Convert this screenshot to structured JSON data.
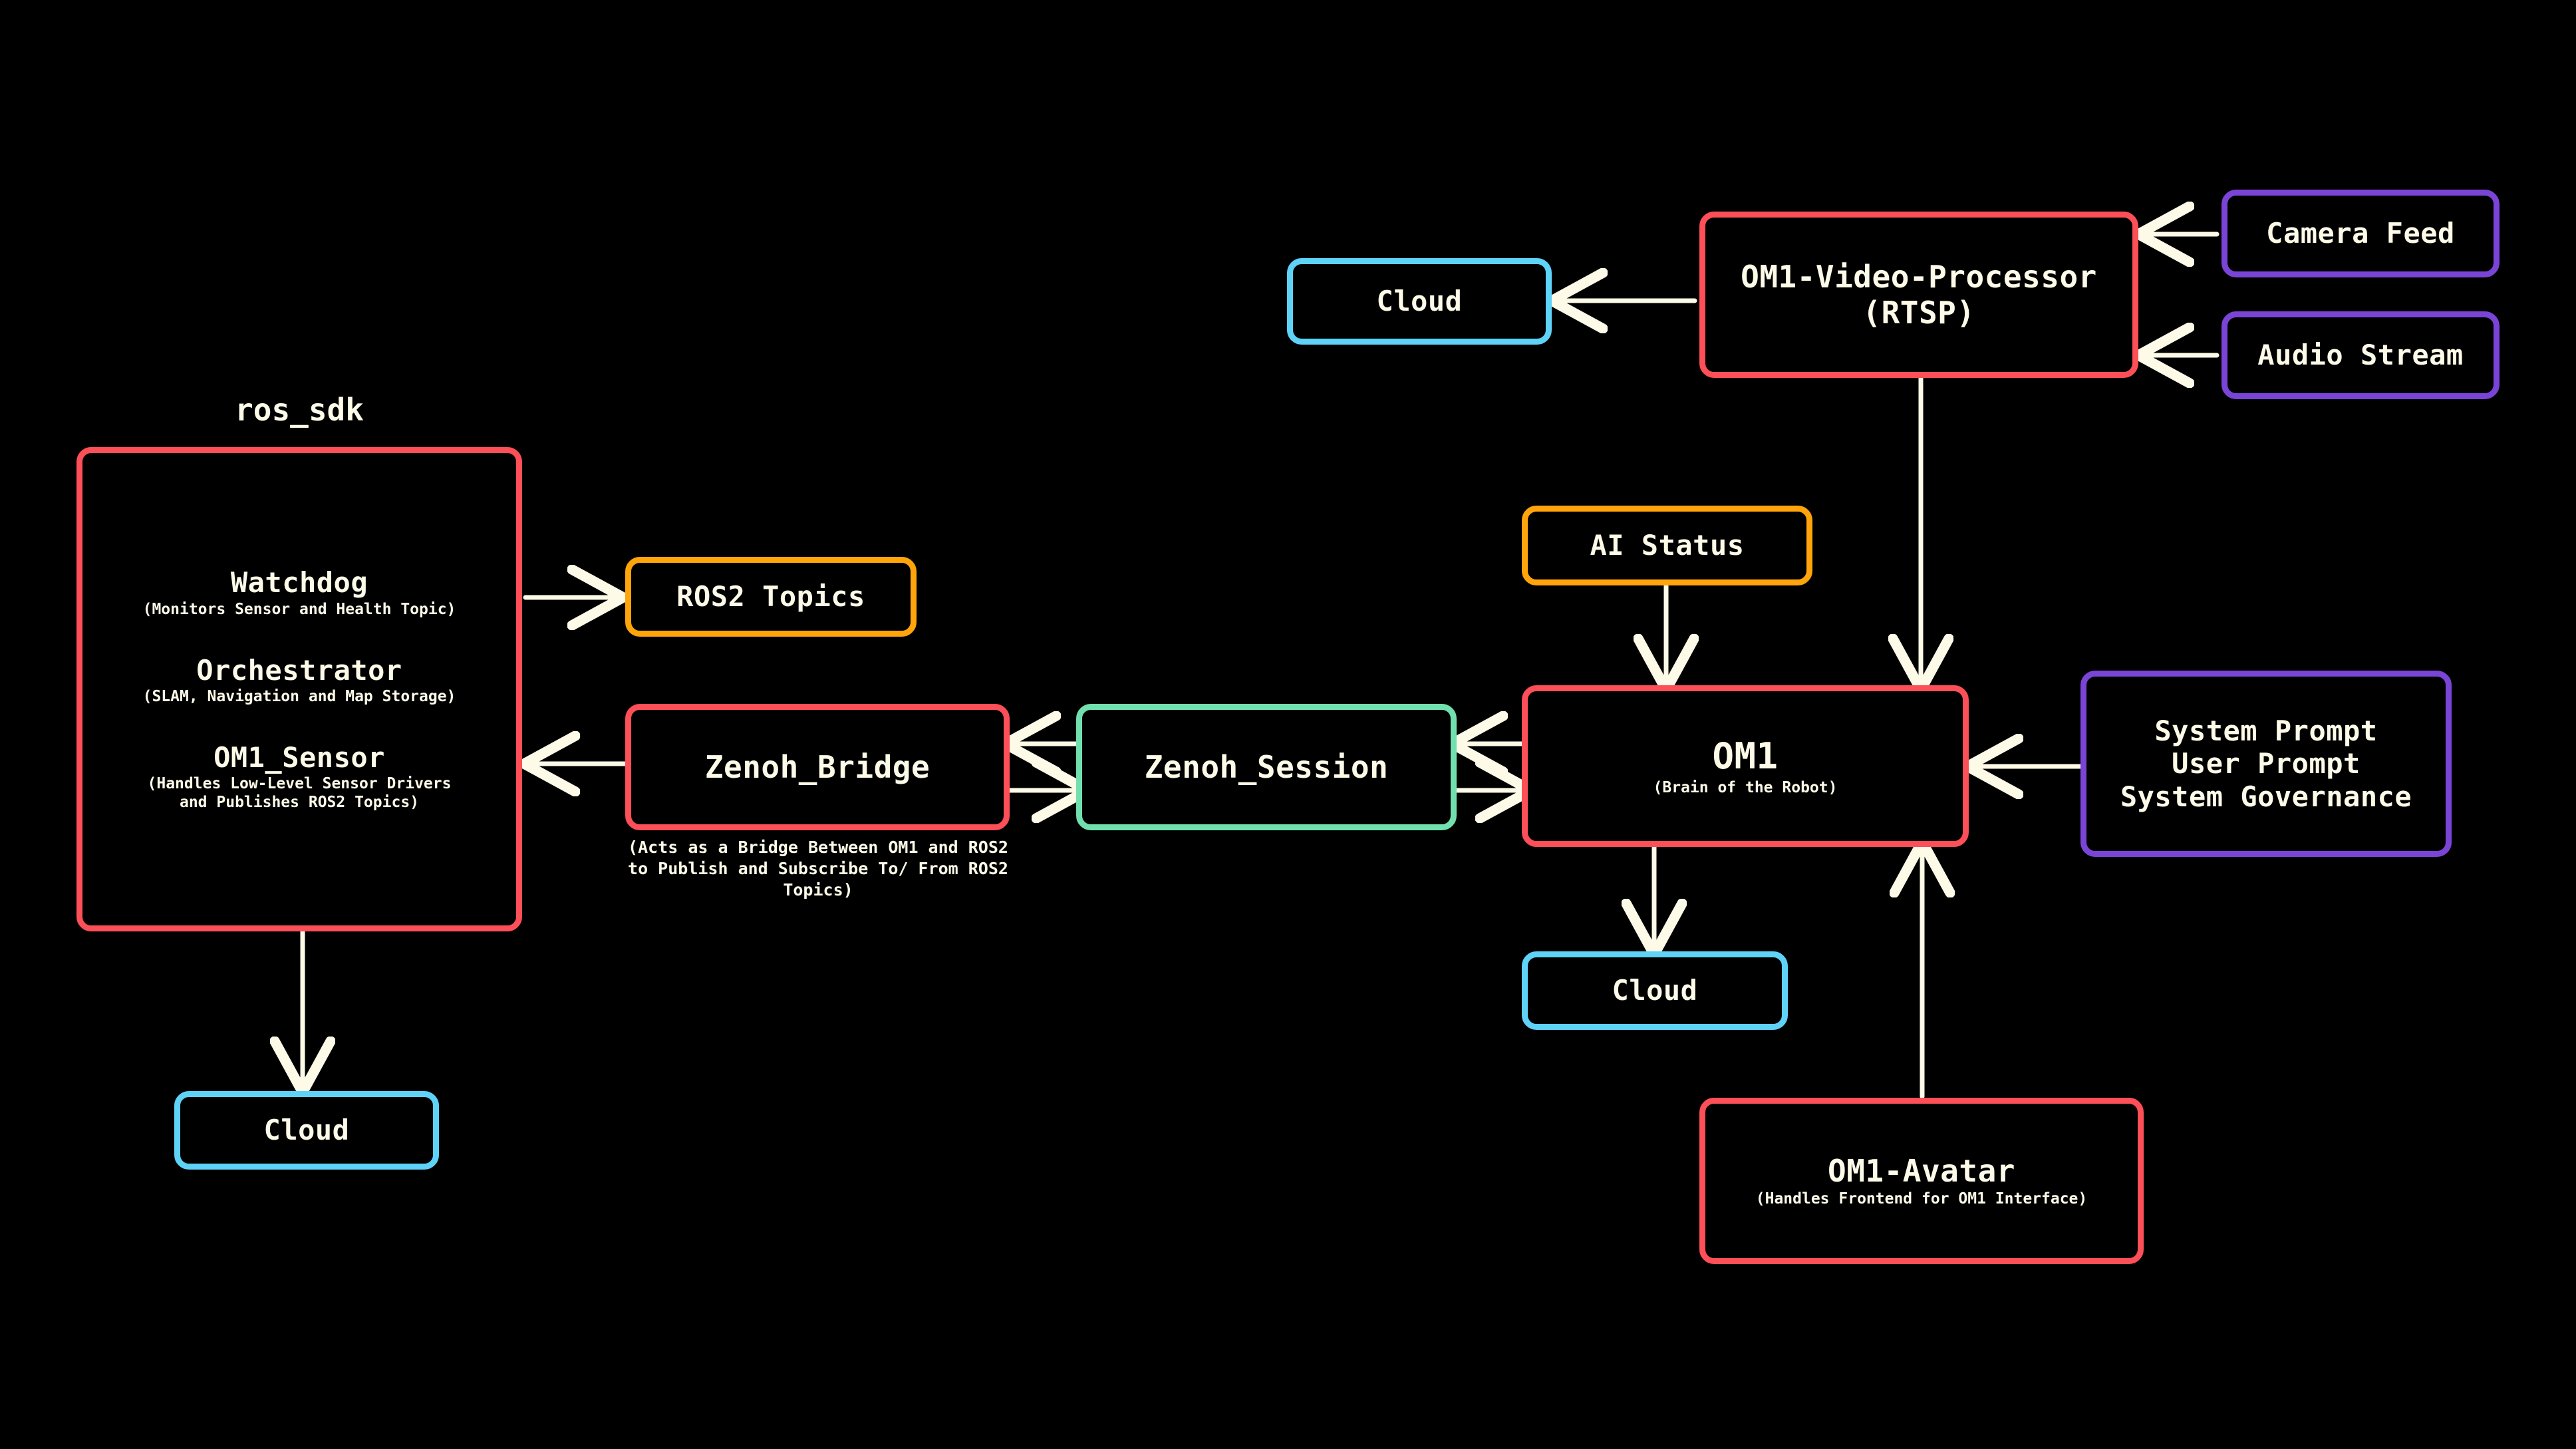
{
  "diagram": {
    "background": "#000000",
    "text_color": "#FDFAE8",
    "edge_color": "#FDFAE8",
    "palette": {
      "red": "#FC4F57",
      "cyan": "#5ED2F7",
      "orange": "#FFA40A",
      "purple": "#7A45D6",
      "mint": "#72E0AE"
    }
  },
  "labels": {
    "ros_sdk_group": "ros_sdk",
    "zenoh_bridge_note": "(Acts as a Bridge Between OM1 and\nROS2 to Publish and Subscribe To/\nFrom ROS2 Topics)"
  },
  "nodes": {
    "watchdog": {
      "title": "Watchdog",
      "subtitle": "(Monitors Sensor and Health Topic)"
    },
    "orchestrator": {
      "title": "Orchestrator",
      "subtitle": "(SLAM, Navigation and Map Storage)"
    },
    "om1_sensor": {
      "title": "OM1_Sensor",
      "subtitle": "(Handles Low-Level Sensor Drivers\nand Publishes ROS2 Topics)"
    },
    "ros2_topics": {
      "title": "ROS2 Topics",
      "color": "orange"
    },
    "cloud_sdk": {
      "title": "Cloud",
      "color": "cyan"
    },
    "zenoh_bridge": {
      "title": "Zenoh_Bridge",
      "color": "red"
    },
    "zenoh_session": {
      "title": "Zenoh_Session",
      "color": "mint"
    },
    "cloud_video": {
      "title": "Cloud",
      "color": "cyan"
    },
    "video_processor": {
      "title": "OM1-Video-Processor\n(RTSP)",
      "color": "red"
    },
    "camera_feed": {
      "title": "Camera Feed",
      "color": "purple"
    },
    "audio_stream": {
      "title": "Audio Stream",
      "color": "purple"
    },
    "ai_status": {
      "title": "AI Status",
      "color": "orange"
    },
    "om1": {
      "title": "OM1",
      "subtitle": "(Brain of the Robot)",
      "color": "red"
    },
    "prompts": {
      "title": "System Prompt\nUser Prompt\nSystem Governance",
      "color": "purple"
    },
    "cloud_om1": {
      "title": "Cloud",
      "color": "cyan"
    },
    "om1_avatar": {
      "title": "OM1-Avatar",
      "subtitle": "(Handles Frontend for OM1 Interface)",
      "color": "red"
    }
  },
  "edges": [
    {
      "from": "ros_sdk",
      "to": "ros2_topics",
      "direction": "one-way"
    },
    {
      "from": "zenoh_bridge",
      "to": "ros_sdk",
      "direction": "one-way"
    },
    {
      "from": "ros_sdk",
      "to": "cloud_sdk",
      "direction": "one-way"
    },
    {
      "from": "zenoh_bridge",
      "to": "zenoh_session",
      "direction": "two-way"
    },
    {
      "from": "zenoh_session",
      "to": "om1",
      "direction": "two-way"
    },
    {
      "from": "video_processor",
      "to": "cloud_video",
      "direction": "one-way"
    },
    {
      "from": "camera_feed",
      "to": "video_processor",
      "direction": "one-way"
    },
    {
      "from": "audio_stream",
      "to": "video_processor",
      "direction": "one-way"
    },
    {
      "from": "video_processor",
      "to": "om1",
      "direction": "one-way"
    },
    {
      "from": "ai_status",
      "to": "om1",
      "direction": "one-way"
    },
    {
      "from": "prompts",
      "to": "om1",
      "direction": "one-way"
    },
    {
      "from": "om1",
      "to": "cloud_om1",
      "direction": "one-way"
    },
    {
      "from": "om1_avatar",
      "to": "om1",
      "direction": "one-way"
    }
  ]
}
